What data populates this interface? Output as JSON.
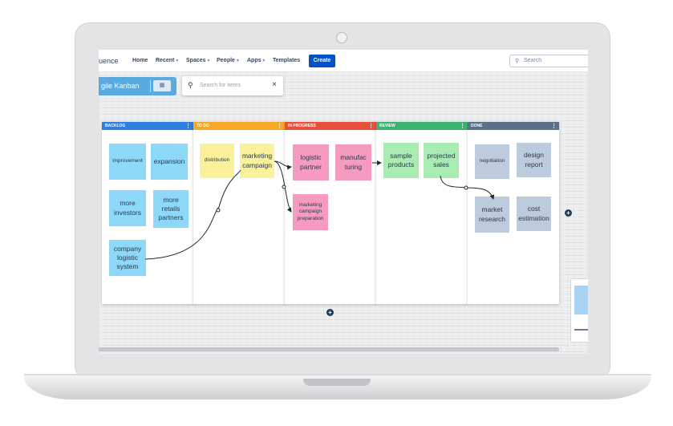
{
  "navbar": {
    "brand": "uence",
    "items": [
      {
        "label": "Home",
        "dropdown": false
      },
      {
        "label": "Recent",
        "dropdown": true
      },
      {
        "label": "Spaces",
        "dropdown": true
      },
      {
        "label": "People",
        "dropdown": true
      },
      {
        "label": "Apps",
        "dropdown": true
      },
      {
        "label": "Templates",
        "dropdown": false
      }
    ],
    "create_label": "Create",
    "search_placeholder": "Search"
  },
  "board": {
    "title": "gile Kanban",
    "search_placeholder": "Search for items",
    "search_close": "×"
  },
  "columns": [
    {
      "title": "BACKLOG",
      "color": "#2f7fe0",
      "notes": [
        {
          "text": "improvement",
          "color": "blue",
          "size": "small"
        },
        {
          "text": "expansion",
          "color": "blue"
        },
        {
          "text": "more investors",
          "color": "blue"
        },
        {
          "text": "more retails partners",
          "color": "blue"
        },
        {
          "text": "company logistic system",
          "color": "blue"
        }
      ]
    },
    {
      "title": "TO DO",
      "color": "#f9a825",
      "notes": [
        {
          "text": "distribution",
          "color": "yellow",
          "size": "small"
        },
        {
          "text": "marketing campaign",
          "color": "yellow"
        }
      ]
    },
    {
      "title": "IN PROGRESS",
      "color": "#e9503c",
      "notes": [
        {
          "text": "logistic partner",
          "color": "pink"
        },
        {
          "text": "manufac turing",
          "color": "pink"
        },
        {
          "text": "marketing campaign preparation",
          "color": "pink",
          "size": "small"
        }
      ]
    },
    {
      "title": "REVIEW",
      "color": "#3cb371",
      "notes": [
        {
          "text": "sample products",
          "color": "green"
        },
        {
          "text": "projected sales",
          "color": "green"
        }
      ]
    },
    {
      "title": "DONE",
      "color": "#5b6f88",
      "notes": [
        {
          "text": "negotiation",
          "color": "gray",
          "size": "small"
        },
        {
          "text": "design report",
          "color": "gray"
        },
        {
          "text": "market research",
          "color": "gray"
        },
        {
          "text": "cost estimation",
          "color": "gray"
        }
      ]
    }
  ],
  "icons": {
    "search": "search-icon",
    "board": "board-icon",
    "close": "close-icon",
    "menu": "column-menu-icon",
    "add": "plus-icon",
    "caret": "chevron-down-icon"
  }
}
